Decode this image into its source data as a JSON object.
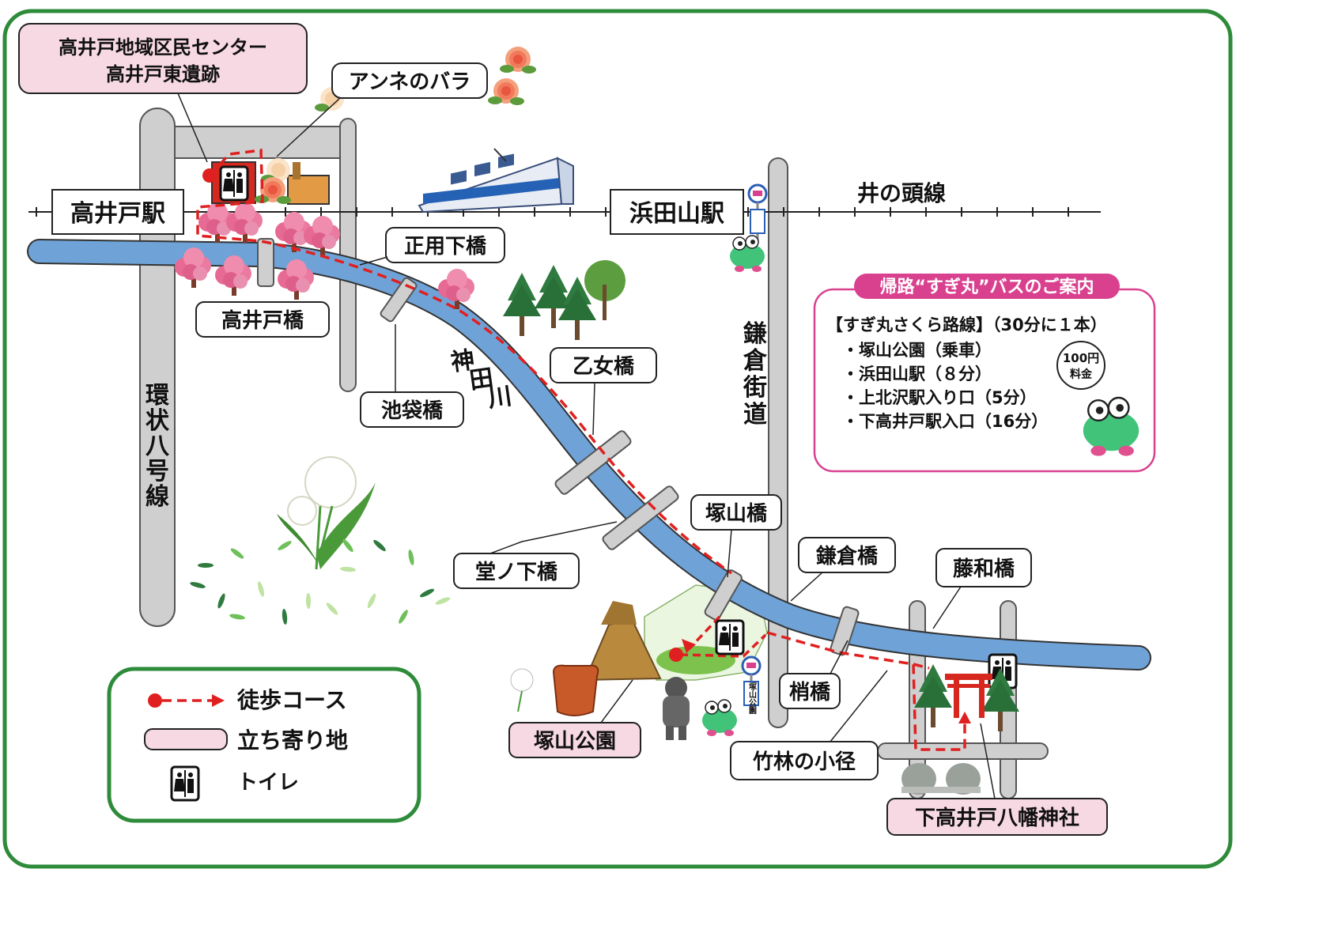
{
  "stations": {
    "takaido": "高井戸駅",
    "hamadayama": "浜田山駅"
  },
  "rail_line": "井の頭線",
  "roads": {
    "kanjo8": "環状八号線",
    "kamakura_kaido": "鎌倉街道"
  },
  "river": "神田川",
  "bridges": {
    "shoyoshita": "正用下橋",
    "takaido": "高井戸橋",
    "ikebukuro": "池袋橋",
    "otome": "乙女橋",
    "donoshita": "堂ノ下橋",
    "tsukayama": "塚山橋",
    "kamakura": "鎌倉橋",
    "fujiwa": "藤和橋",
    "kozue": "梢橋"
  },
  "spots": {
    "center_line1": "高井戸地域区民センター",
    "center_line2": "高井戸東遺跡",
    "rose": "アンネのバラ",
    "tsukayama_park": "塚山公園",
    "shrine": "下高井戸八幡神社",
    "bamboo_path": "竹林の小径"
  },
  "bus_sign_text": "塚山公園",
  "bus_info": {
    "title": "帰路“すぎ丸”バスのご案内",
    "route": "【すぎ丸さくら路線】（30分に１本）",
    "stops": [
      "・塚山公園（乗車）",
      "・浜田山駅（８分）",
      "・上北沢駅入り口（5分）",
      "・下高井戸駅入口（16分）"
    ],
    "fare_line1": "100円",
    "fare_line2": "料金"
  },
  "legend": {
    "walking_course": "徒歩コース",
    "stop_spot": "立ち寄り地",
    "toilet": "トイレ"
  },
  "colors": {
    "frame": "#2e8b3a",
    "river": "#6fa3d8",
    "road": "#cfcfcf",
    "route": "#e02020",
    "pink_box": "#f7d9e3",
    "bus_box_border": "#d9418f",
    "bus_title_bg": "#d9418f"
  },
  "icons": [
    "toilet-icon",
    "bus-stop-icon",
    "train-icon",
    "torii-icon",
    "sakura-tree-icon",
    "rose-icon",
    "bus-mascot-icon",
    "dandelion-icon",
    "thatched-hut-icon",
    "clay-pot-icon",
    "dogu-icon",
    "komainu-icon"
  ]
}
